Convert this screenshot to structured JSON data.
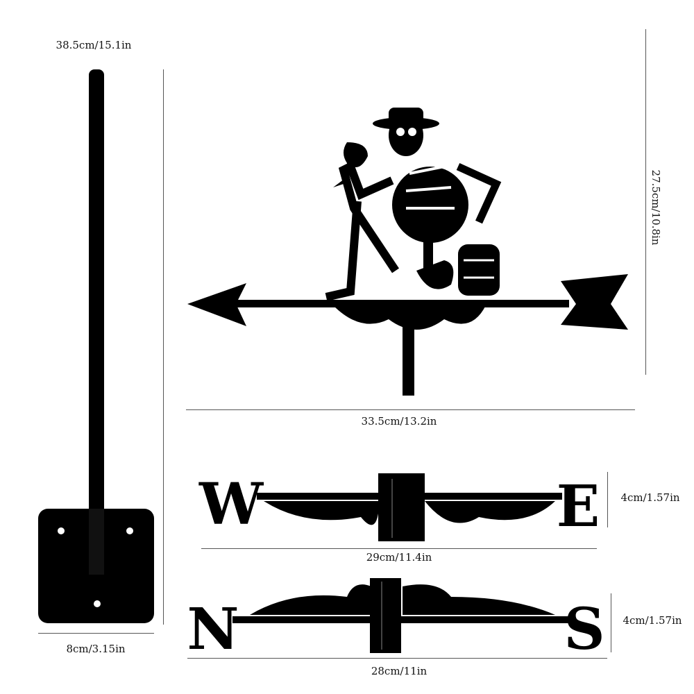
{
  "dimensions": {
    "pole_height": "38.5cm/15.1in",
    "base_width": "8cm/3.15in",
    "vane_height": "27.5cm/10.8in",
    "vane_width": "33.5cm/13.2in",
    "we_height": "4cm/1.57in",
    "we_width": "29cm/11.4in",
    "ns_height": "4cm/1.57in",
    "ns_width": "28cm/11in"
  },
  "letters": {
    "west": "W",
    "east": "E",
    "north": "N",
    "south": "S"
  },
  "colors": {
    "silhouette": "#000000",
    "background": "#ffffff"
  }
}
